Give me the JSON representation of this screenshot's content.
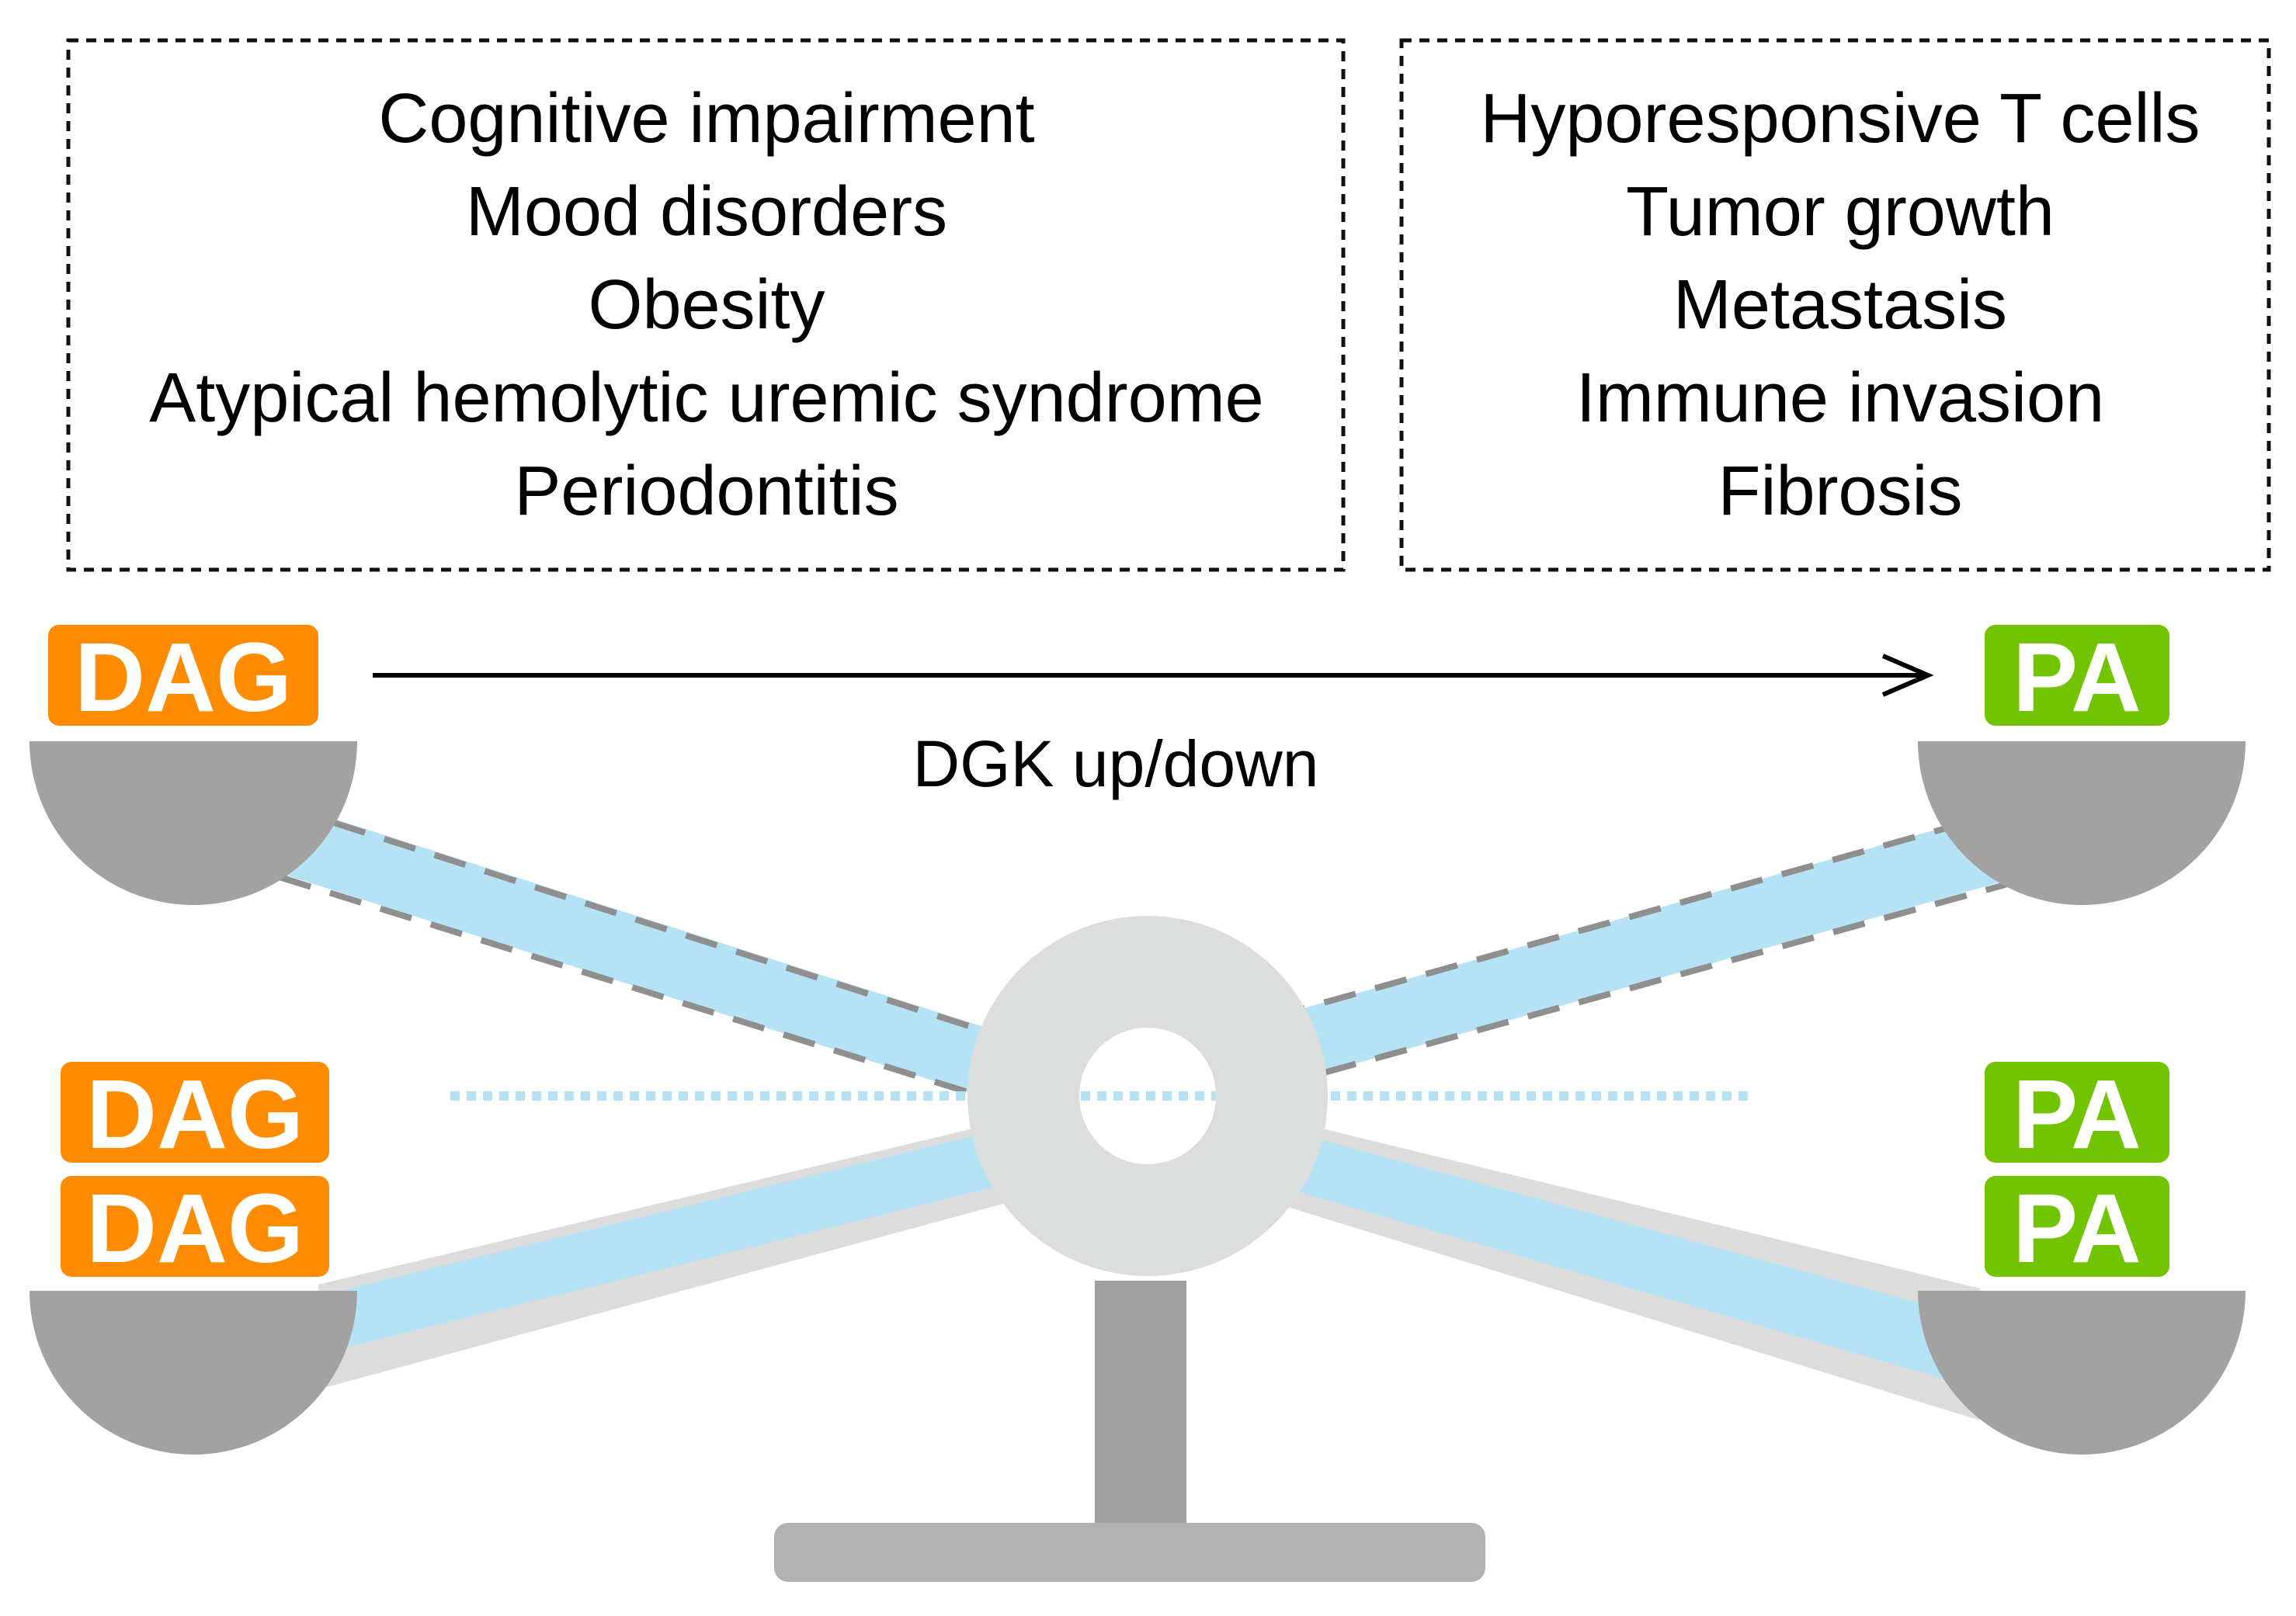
{
  "left_box": {
    "items": [
      "Cognitive impairment",
      "Mood disorders",
      "Obesity",
      "Atypical hemolytic uremic syndrome",
      "Periodontitis"
    ]
  },
  "right_box": {
    "items": [
      "Hyporesponsive T cells",
      "Tumor growth",
      "Metastasis",
      "Immune invasion",
      "Fibrosis"
    ]
  },
  "conversion": {
    "from": "DAG",
    "to": "PA",
    "enzyme_label": "DGK up/down"
  },
  "balance": {
    "left_pan_labels": [
      "DAG",
      "DAG"
    ],
    "right_pan_labels": [
      "PA",
      "PA"
    ]
  },
  "colors": {
    "dag": "#FF8C00",
    "pa": "#73C400",
    "beam": "#B5E3F5",
    "pan": "#A2A2A2",
    "pivot": "#DCDEDE",
    "stand": "#A0A0A0",
    "base": "#B2B2B2"
  }
}
